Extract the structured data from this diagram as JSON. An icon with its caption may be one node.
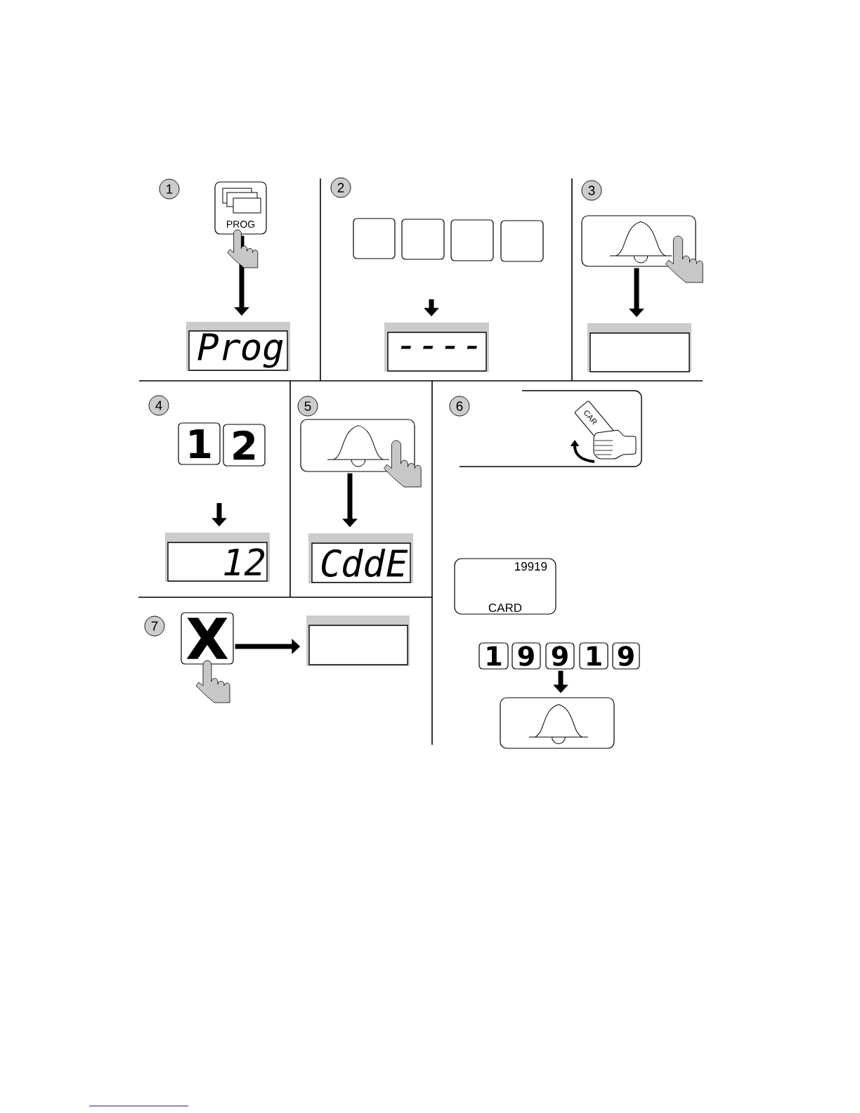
{
  "diagram": {
    "nodes": [
      {
        "text": [
          "1"
        ]
      },
      {
        "text": [
          "PROG"
        ]
      },
      {
        "text": [
          "Prog"
        ]
      },
      {
        "text": [
          "2"
        ]
      },
      {
        "text": [],
        "shape": "box"
      },
      {
        "text": [],
        "shape": "box"
      },
      {
        "text": [],
        "shape": "box"
      },
      {
        "text": [],
        "shape": "box"
      },
      {
        "text": [
          "----"
        ]
      },
      {
        "text": [
          "3"
        ]
      },
      {
        "text": [],
        "shape": "box"
      },
      {
        "text": [],
        "shape": "box"
      },
      {
        "text": [
          "4"
        ]
      },
      {
        "text": [
          "1"
        ]
      },
      {
        "text": [
          "2"
        ]
      },
      {
        "text": [
          "12"
        ]
      },
      {
        "text": [
          "5"
        ]
      },
      {
        "text": [],
        "shape": "box"
      },
      {
        "text": [
          "CddE"
        ]
      },
      {
        "text": [
          "6"
        ]
      },
      {
        "text": [],
        "shape": "box"
      },
      {
        "text": [
          "19919",
          "CARD"
        ]
      },
      {
        "text": [
          "1"
        ]
      },
      {
        "text": [
          "9"
        ]
      },
      {
        "text": [
          "9"
        ]
      },
      {
        "text": [
          "1"
        ]
      },
      {
        "text": [
          "9"
        ]
      },
      {
        "text": [],
        "shape": "box"
      },
      {
        "text": [
          "7"
        ]
      },
      {
        "text": [
          "X"
        ]
      },
      {
        "text": [],
        "shape": "box"
      }
    ],
    "edges": [
      {
        "from": 1,
        "to": 2,
        "arrow": "to"
      },
      {
        "from": null,
        "to": 8,
        "arrow": "to"
      },
      {
        "from": 10,
        "to": 11,
        "arrow": "to"
      },
      {
        "from": null,
        "to": 15,
        "arrow": "to"
      },
      {
        "from": 17,
        "to": 18,
        "arrow": "to"
      },
      {
        "from": 24,
        "to": 27,
        "arrow": "to"
      },
      {
        "from": 29,
        "to": 30,
        "arrow": "to"
      }
    ],
    "labels": [
      "CAR"
    ]
  }
}
